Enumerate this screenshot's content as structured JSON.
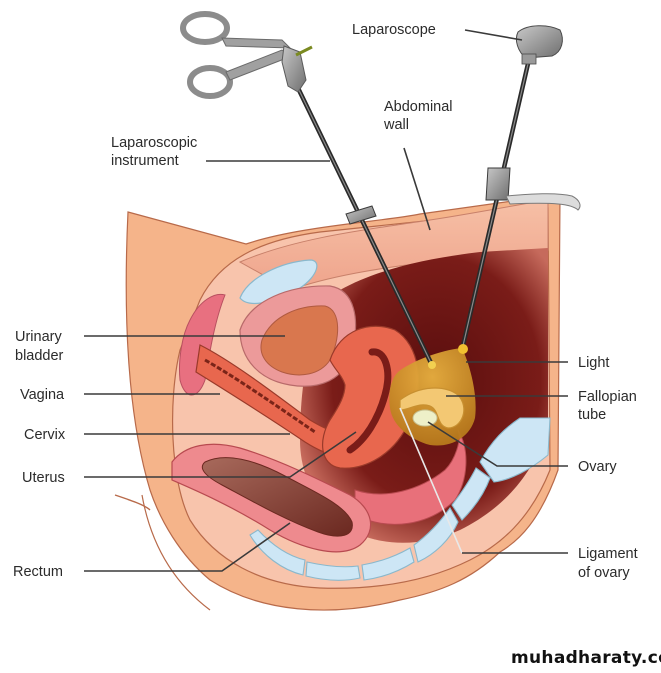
{
  "diagram": {
    "title": "Laparoscopy of female pelvis",
    "labels": {
      "laparoscope": "Laparoscope",
      "abdominal_wall": [
        "Abdominal",
        "wall"
      ],
      "laparoscopic_instrument": [
        "Laparoscopic",
        "instrument"
      ],
      "urinary_bladder": [
        "Urinary",
        "bladder"
      ],
      "vagina": "Vagina",
      "cervix": "Cervix",
      "uterus": "Uterus",
      "rectum": "Rectum",
      "light": "Light",
      "fallopian_tube": [
        "Fallopian",
        "tube"
      ],
      "ovary": "Ovary",
      "ligament_of_ovary": [
        "Ligament",
        "of ovary"
      ]
    },
    "colors": {
      "skin_outer": "#f5b48a",
      "skin_inner": "#f8c4ac",
      "tissue_pink": "#e98a86",
      "uterus": "#e8674e",
      "cavity_dark": "#6e1414",
      "bone_blue": "#cde6f5",
      "light_gold": "#d9a033",
      "rectum_brown": "#9a5548",
      "instrument_gray": "#8c8c8c"
    }
  },
  "watermark": "muhadharaty.com"
}
